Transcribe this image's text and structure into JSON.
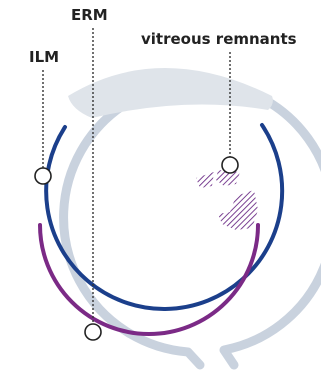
{
  "labels": {
    "ilm": "ILM",
    "erm": "ERM",
    "vitreous": "vitreous remnants"
  },
  "colors": {
    "sclera": "#c9d2de",
    "lens": "#dfe4ea",
    "retina_ilm": "#1b3f8b",
    "erm": "#7b2a86",
    "remnant_hatch": "#6b2c86",
    "label_text": "#222222",
    "leader_line": "#333333"
  },
  "icons": {
    "marker": "open-circle-marker"
  }
}
